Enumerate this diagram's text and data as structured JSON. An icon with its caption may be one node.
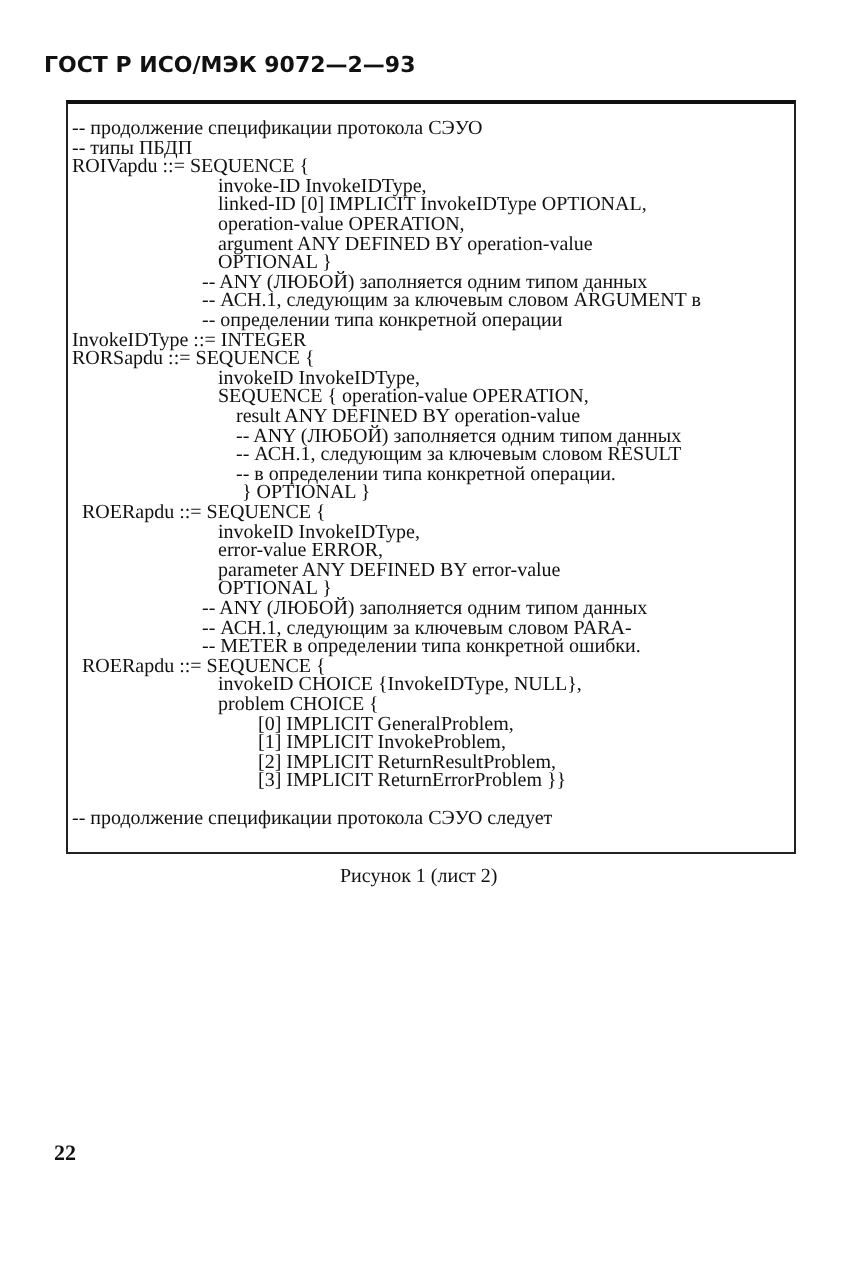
{
  "diagram": {
    "title": "ГОСТ Р ИСО/МЭК 9072—2—93",
    "caption": "Рисунок 1 (лист 2)",
    "nodes": [
      {
        "text": [
          "-- продолжение спецификации протокола СЭУО",
          "-- типы ПБДП",
          "ROIVapdu ::= SEQUENCE {",
          "invoke-ID InvokeIDType,",
          "linked-ID [0] IMPLICIT InvokeIDType OPTIONAL,",
          "operation-value OPERATION,",
          "argument ANY DEFINED BY operation-value",
          "OPTIONAL }",
          "-- ANY (ЛЮБОЙ) заполняется одним типом данных",
          "-- АСН.1, следующим за ключевым словом ARGUMENT в",
          "-- определении типа конкретной операции",
          "InvokeIDType ::= INTEGER",
          "RORSapdu ::= SEQUENCE {",
          "invokeID InvokeIDType,",
          "SEQUENCE { operation-value OPERATION,",
          "result ANY DEFINED BY operation-value",
          "-- ANY (ЛЮБОЙ) заполняется одним типом данных",
          "-- АСН.1, следующим за ключевым словом RESULT",
          "-- в определении типа конкретной операции.",
          "} OPTIONAL }",
          "ROERapdu ::= SEQUENCE {",
          "invokeID InvokeIDType,",
          "error-value ERROR,",
          "parameter ANY DEFINED BY error-value",
          "OPTIONAL }",
          "-- ANY (ЛЮБОЙ) заполняется одним типом данных",
          "-- АСН.1, следующим за ключевым словом PARA-",
          "-- METER в определении типа конкретной ошибки.",
          "ROERapdu ::= SEQUENCE {",
          "invokeID CHOICE {InvokeIDType, NULL},",
          "problem CHOICE {",
          "[0] IMPLICIT GeneralProblem,",
          "[1] IMPLICIT InvokeProblem,",
          "[2] IMPLICIT ReturnResultProblem,",
          "[3] IMPLICIT ReturnErrorProblem }}",
          "-- продолжение спецификации протокола СЭУО следует"
        ]
      }
    ],
    "edges": [],
    "labels": [
      "22"
    ]
  }
}
